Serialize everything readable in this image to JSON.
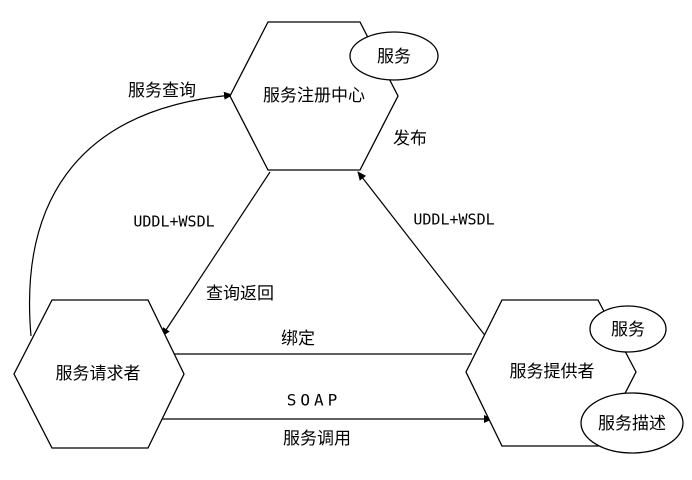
{
  "nodes": {
    "registry": "服务注册中心",
    "registry_service": "服务",
    "requester": "服务请求者",
    "provider": "服务提供者",
    "provider_service": "服务",
    "provider_description": "服务描述"
  },
  "edges": {
    "service_query": "服务查询",
    "publish": "发布",
    "uddl_wsdl_left": "UDDL+WSDL",
    "uddl_wsdl_right": "UDDL+WSDL",
    "query_return": "查询返回",
    "bind": "绑定",
    "soap": "SOAP",
    "service_invoke": "服务调用"
  },
  "colors": {
    "stroke": "#000000",
    "fill": "#ffffff",
    "text": "#000000"
  }
}
